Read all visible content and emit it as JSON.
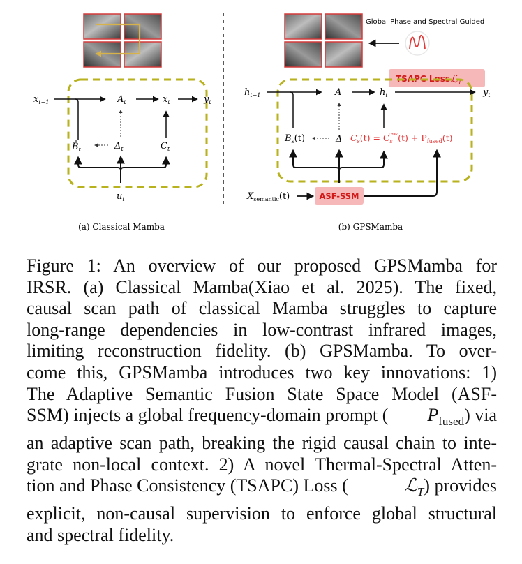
{
  "panel_a": {
    "label": "(a) Classical Mamba",
    "x_prev": "x",
    "x_prev_sub": "t−1",
    "A_bar": "Ā",
    "A_bar_sub": "t",
    "x_t": "x",
    "x_t_sub": "t",
    "y_t": "y",
    "y_t_sub": "t",
    "B_bar": "B̄",
    "B_bar_sub": "t",
    "delta": "Δ",
    "delta_sub": "t",
    "C_t": "C",
    "C_t_sub": "t",
    "u_t": "u",
    "u_t_sub": "t"
  },
  "panel_b": {
    "label": "(b) GPSMamba",
    "guide_text": "Global Phase and Spectral Guided",
    "h_prev": "h",
    "h_prev_sub": "t−1",
    "A": "A",
    "h_t": "h",
    "h_t_sub": "t",
    "y_t": "y",
    "y_t_sub": "t",
    "Bs": "B",
    "Bs_sub": "s",
    "Bs_arg": "(t)",
    "delta": "Δ",
    "Cs_eq_left": "C",
    "Cs_eq_left_sub": "s",
    "Cs_eq_mid": "(t) = C",
    "Cs_raw_sub": "s",
    "Cs_raw_sup": "raw",
    "Cs_eq_plus": "(t) + P",
    "P_sub": "fused",
    "Cs_eq_end": "(t)",
    "x_sem": "X",
    "x_sem_sub": "semantic",
    "x_sem_arg": "(t)",
    "asf_label": "ASF-SSM",
    "loss_label": "TSAPC Loss",
    "loss_symbol": "ℒ",
    "loss_sub": "T"
  },
  "caption": {
    "lines": [
      "Figure 1: An overview of our proposed GPSMamba for",
      "IRSR. (a) Classical Mamba(Xiao et al. 2025). The fixed,",
      "causal scan path of classical Mamba struggles to capture",
      "long-range dependencies in low-contrast infrared images,",
      "limiting reconstruction fidelity. (b) GPSMamba. To over-",
      "come this, GPSMamba introduces two key innovations: 1)",
      "The Adaptive Semantic Fusion State Space Model (ASF-",
      "SSM) injects a global frequency-domain prompt (",
      "P",
      "fused",
      ") via",
      "an adaptive scan path, breaking the rigid causal chain to inte-",
      "grate non-local context. 2) A novel Thermal-Spectral Atten-",
      "tion and Phase Consistency (TSAPC) Loss (",
      "ℒ",
      "T",
      ") provides",
      "explicit, non-causal supervision to enforce global structural",
      "and spectral fidelity."
    ]
  },
  "colors": {
    "dashed_box": "#b7b21e",
    "highlight": "#e23a3a",
    "label_box_bg": "#f6b8b8",
    "thumbnail_border": "#d63a3a",
    "scan_arrow": "#d7b24a"
  }
}
